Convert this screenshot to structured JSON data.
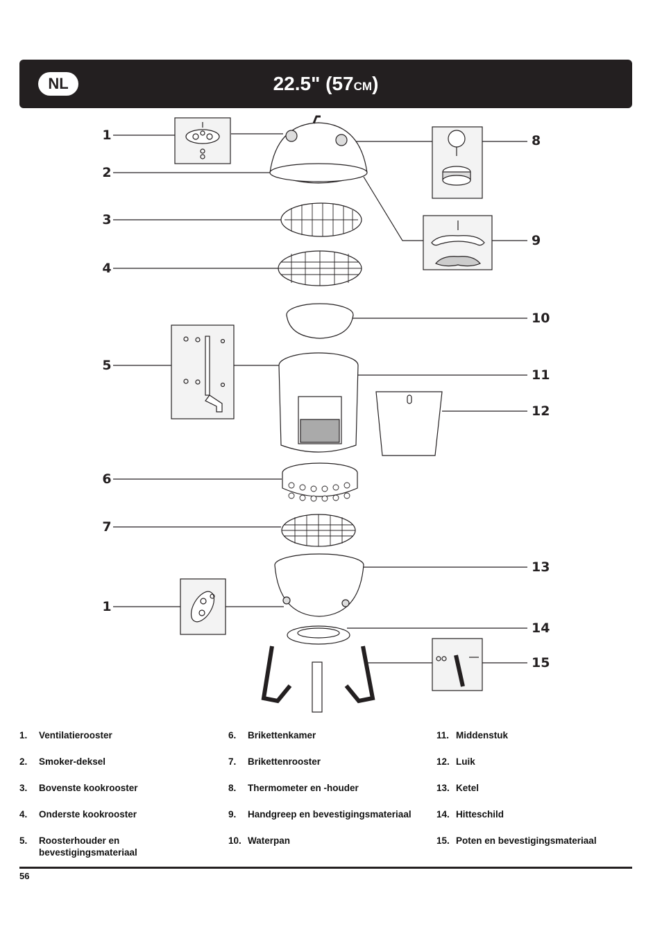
{
  "header": {
    "badge": "NL",
    "title_main": "22.5\" (57",
    "title_unit": "CM",
    "title_close": ")"
  },
  "callouts": {
    "c1a": "1",
    "c2": "2",
    "c3": "3",
    "c4": "4",
    "c5": "5",
    "c6": "6",
    "c7": "7",
    "c1b": "1",
    "c8": "8",
    "c9": "9",
    "c10": "10",
    "c11": "11",
    "c12": "12",
    "c13": "13",
    "c14": "14",
    "c15": "15"
  },
  "legend": [
    {
      "num": "1.",
      "label": "Ventilatierooster"
    },
    {
      "num": "2.",
      "label": "Smoker-deksel"
    },
    {
      "num": "3.",
      "label": "Bovenste kookrooster"
    },
    {
      "num": "4.",
      "label": "Onderste kookrooster"
    },
    {
      "num": "5.",
      "label": "Roosterhouder en bevestigingsmateriaal"
    },
    {
      "num": "6.",
      "label": "Brikettenkamer"
    },
    {
      "num": "7.",
      "label": "Brikettenrooster"
    },
    {
      "num": "8.",
      "label": "Thermometer en -houder"
    },
    {
      "num": "9.",
      "label": "Handgreep en bevestigingsmateriaal"
    },
    {
      "num": "10.",
      "label": "Waterpan"
    },
    {
      "num": "11.",
      "label": "Middenstuk"
    },
    {
      "num": "12.",
      "label": "Luik"
    },
    {
      "num": "13.",
      "label": "Ketel"
    },
    {
      "num": "14.",
      "label": "Hitteschild"
    },
    {
      "num": "15.",
      "label": "Poten en bevestigingsmateriaal"
    }
  ],
  "footer": {
    "page_number": "56"
  }
}
